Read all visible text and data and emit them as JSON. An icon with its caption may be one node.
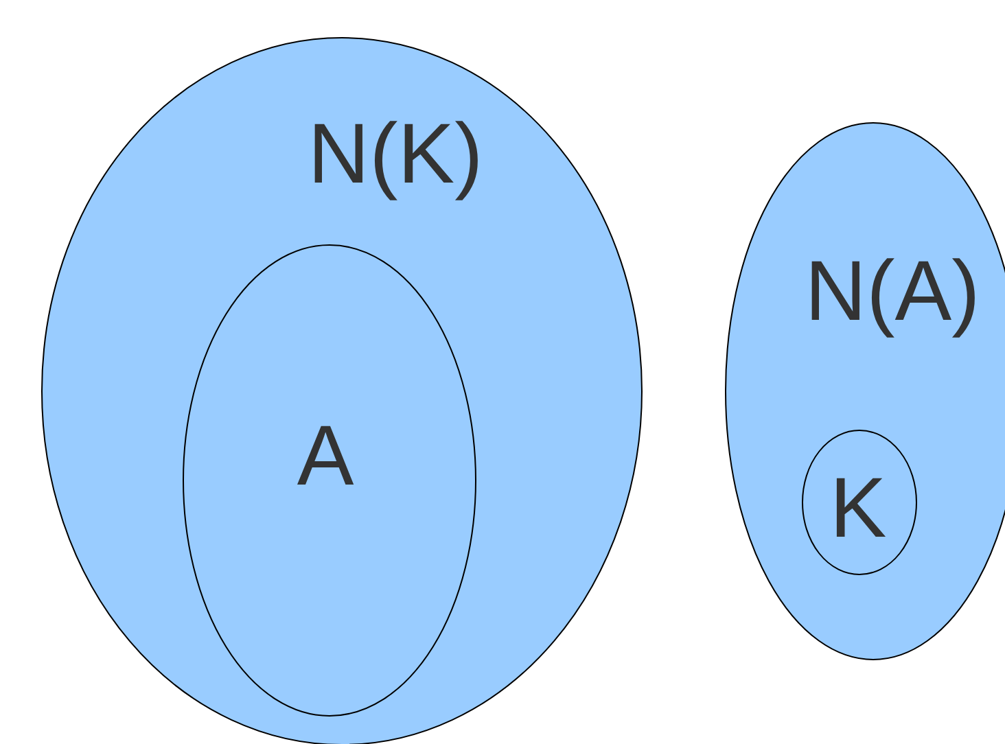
{
  "diagram": {
    "nodes": [
      {
        "text": [
          "N(K)"
        ]
      },
      {
        "text": [
          "A"
        ],
        "in": 0
      },
      {
        "text": [
          "N(A)"
        ]
      },
      {
        "text": [
          "K"
        ],
        "in": 2
      }
    ]
  }
}
